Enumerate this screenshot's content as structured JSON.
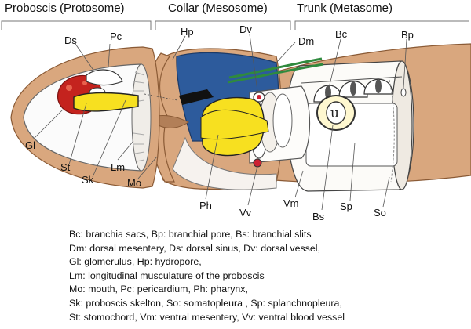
{
  "regions": {
    "proboscis": "Proboscis (Protosome)",
    "collar": "Collar (Mesosome)",
    "trunk": "Trunk (Metasome)"
  },
  "labels": {
    "hp": "Hp",
    "dv": "Dv",
    "bc": "Bc",
    "bp": "Bp",
    "ds": "Ds",
    "pc": "Pc",
    "dm": "Dm",
    "gl": "Gl",
    "st": "St",
    "sk": "Sk",
    "lm": "Lm",
    "mo": "Mo",
    "ph": "Ph",
    "vv": "Vv",
    "vm": "Vm",
    "bs": "Bs",
    "sp": "Sp",
    "so": "So"
  },
  "legend": [
    "Bc: branchia sacs, Bp: branchial pore, Bs: branchial slits",
    "Dm: dorsal mesentery, Ds: dorsal sinus, Dv: dorsal vessel,",
    "Gl: glomerulus, Hp: hydropore,",
    "Lm: longitudinal musculature of the proboscis",
    "Mo: mouth, Pc: pericardium, Ph: pharynx,",
    "Sk: proboscis skelton, So: somatopleura , Sp: splanchnopleura,",
    "St: stomochord, Vm: ventral mesentery, Vv: ventral blood vessel"
  ]
}
